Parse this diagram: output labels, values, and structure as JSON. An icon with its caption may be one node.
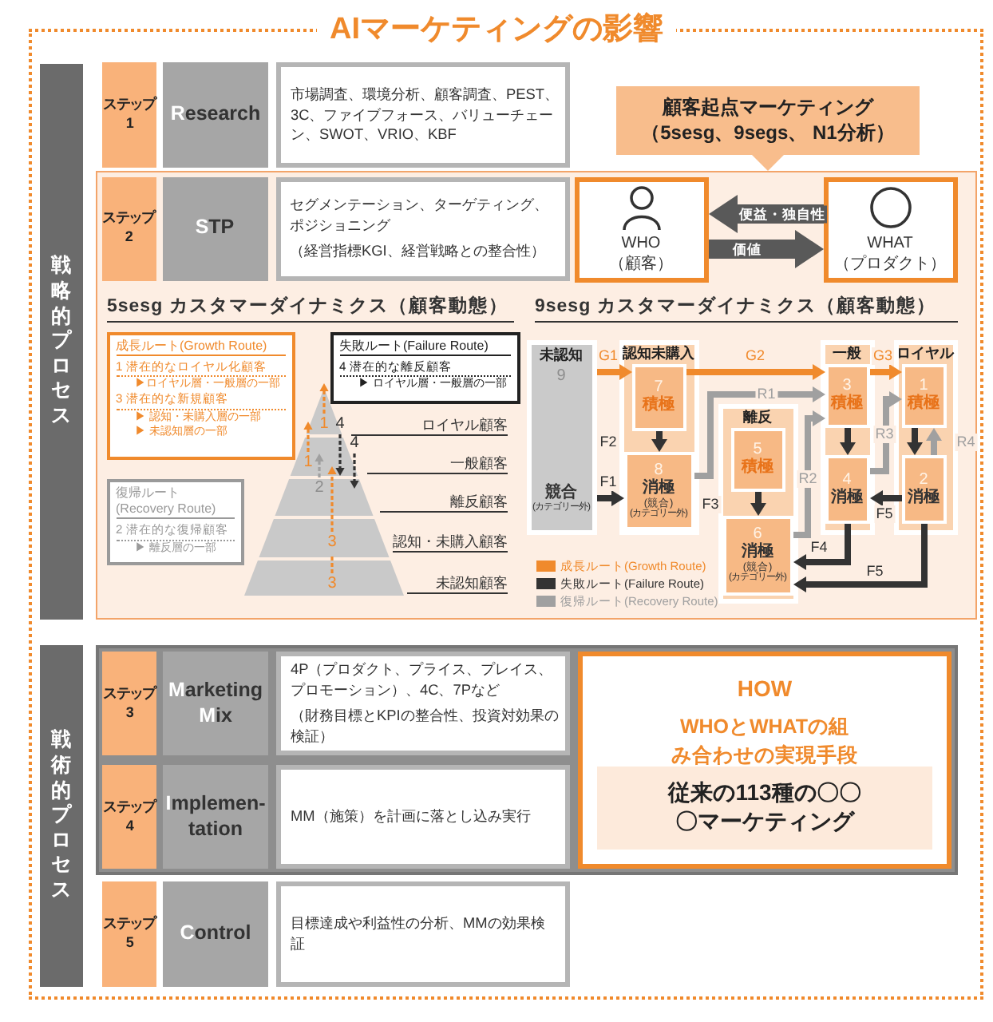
{
  "diagram": {
    "title": "AIマーケティングの影響",
    "nodes": [
      {
        "text": [
          "戦略的プロセス"
        ]
      },
      {
        "text": [
          "ステップ 1"
        ]
      },
      {
        "text": [
          "Research"
        ]
      },
      {
        "text": [
          "市場調査、環境分析、顧客調査、PEST、3C、ファイブフォース、バリューチェーン、SWOT、VRIO、KBF"
        ]
      },
      {
        "text": [
          "顧客起点マーケティング（5sesg、9segs、 N1分析）"
        ]
      },
      {
        "text": [],
        "shape": "box"
      },
      {
        "text": [
          "ステップ 2"
        ],
        "in": 5
      },
      {
        "text": [
          "STP"
        ],
        "in": 5
      },
      {
        "text": [
          "セグメンテーション、ターゲティング、ポジショニング",
          "（経営指標KGI、経営戦略との整合性）"
        ],
        "in": 5
      },
      {
        "text": [
          "WHO （顧客）"
        ],
        "in": 5
      },
      {
        "text": [
          "WHAT （プロダクト）"
        ],
        "in": 5
      },
      {
        "text": [
          "成長ルート(Growth Route)",
          "1 潜在的なロイヤル化顧客",
          "▶ロイヤル層・一般層の一部",
          "3 潜在的な新規顧客",
          "▶ 認知・未購入層の一部",
          "▶ 未認知層の一部"
        ],
        "in": 5
      },
      {
        "text": [
          "失敗ルート(Failure Route)",
          "4 潜在的な離反顧客",
          "▶ ロイヤル層・一般層の一部"
        ],
        "in": 5
      },
      {
        "text": [
          "復帰ルート (Recovery Route)",
          "2 潜在的な復帰顧客",
          "▶ 離反層の一部"
        ],
        "in": 5
      },
      {
        "text": [
          "未認知",
          "9",
          "競合",
          "(カテゴリー外)"
        ],
        "in": 5
      },
      {
        "text": [
          "認知未購入"
        ],
        "in": 5
      },
      {
        "text": [
          "7",
          "積極"
        ],
        "in": 15
      },
      {
        "text": [
          "8",
          "消極",
          "(競合)",
          "(カテゴリー外)"
        ],
        "in": 15
      },
      {
        "text": [
          "離反"
        ],
        "in": 5
      },
      {
        "text": [
          "5",
          "積極"
        ],
        "in": 18
      },
      {
        "text": [
          "6",
          "消極",
          "(競合)",
          "(カテゴリー外)"
        ],
        "in": 18
      },
      {
        "text": [
          "一般"
        ],
        "in": 5
      },
      {
        "text": [
          "3",
          "積極"
        ],
        "in": 21
      },
      {
        "text": [
          "4",
          "消極"
        ],
        "in": 21
      },
      {
        "text": [
          "ロイヤル"
        ],
        "in": 5
      },
      {
        "text": [
          "1",
          "積極"
        ],
        "in": 24
      },
      {
        "text": [
          "2",
          "消極"
        ],
        "in": 24
      },
      {
        "text": [
          "戦術的プロセス"
        ]
      },
      {
        "text": [],
        "shape": "box"
      },
      {
        "text": [
          "ステップ 3"
        ],
        "in": 28
      },
      {
        "text": [
          "Marketing Mix"
        ],
        "in": 28
      },
      {
        "text": [
          "4P（プロダクト、プライス、プレイス、プロモーション）、4C、7Pなど",
          "（財務目標とKPIの整合性、投資対効果の検証）"
        ],
        "in": 28
      },
      {
        "text": [
          "ステップ 4"
        ],
        "in": 28
      },
      {
        "text": [
          "Implemen- tation"
        ],
        "in": 28
      },
      {
        "text": [
          "MM（施策）を計画に落とし込み実行"
        ],
        "in": 28
      },
      {
        "text": [
          "HOW",
          "WHOとWHATの組み合わせの実現手段"
        ],
        "in": 28
      },
      {
        "text": [
          "従来の113種の〇〇〇マーケティング"
        ],
        "in": 35
      },
      {
        "text": [
          "ステップ 5"
        ]
      },
      {
        "text": [
          "Control"
        ]
      },
      {
        "text": [
          "目標達成や利益性の分析、MMの効果検証"
        ]
      }
    ],
    "edges": [
      {
        "from": 10,
        "to": 9,
        "arrow": "to",
        "label": "便益・独自性",
        "style": "thick",
        "color": "#595959"
      },
      {
        "from": 9,
        "to": 10,
        "arrow": "to",
        "label": "価値",
        "style": "thick",
        "color": "#595959"
      },
      {
        "from": 14,
        "to": 16,
        "arrow": "to",
        "label": "G1",
        "color": "#f08a2c"
      },
      {
        "from": 16,
        "to": 22,
        "arrow": "to",
        "label": "G2",
        "color": "#f08a2c"
      },
      {
        "from": 22,
        "to": 25,
        "arrow": "to",
        "label": "G3",
        "color": "#f08a2c"
      },
      {
        "from": 17,
        "to": 22,
        "arrow": "to",
        "label": "R1",
        "color": "#a0a0a0"
      },
      {
        "from": 16,
        "to": 17,
        "arrow": "to",
        "label": "F2"
      },
      {
        "from": 14,
        "to": 17,
        "arrow": "to",
        "label": "F1"
      },
      {
        "from": 20,
        "to": 22,
        "arrow": "to",
        "label": "R2",
        "color": "#a0a0a0"
      },
      {
        "from": 19,
        "to": 20,
        "arrow": "to",
        "label": "F3"
      },
      {
        "from": 22,
        "to": 23,
        "arrow": "to"
      },
      {
        "from": 23,
        "to": 25,
        "arrow": "to",
        "label": "R3",
        "color": "#a0a0a0"
      },
      {
        "from": 25,
        "to": 26,
        "arrow": "to"
      },
      {
        "from": 26,
        "to": 25,
        "arrow": "to",
        "label": "R4",
        "color": "#a0a0a0"
      },
      {
        "from": 26,
        "to": 23,
        "arrow": "to",
        "label": "F5"
      },
      {
        "from": 23,
        "to": 20,
        "arrow": "to",
        "label": "F4"
      },
      {
        "from": 26,
        "to": 20,
        "arrow": "to",
        "label": "F5"
      }
    ],
    "labels": [
      "5sesg カスタマーダイナミクス（顧客動態）",
      "9sesg カスタマーダイナミクス（顧客動態）",
      "1",
      "4",
      "4",
      "1",
      "2",
      "3",
      "3",
      "ロイヤル顧客",
      "一般顧客",
      "離反顧客",
      "認知・未購入顧客",
      "未認知顧客"
    ],
    "legend": [
      {
        "text": "成長ルート(Growth Route)",
        "color": "#f08a2c"
      },
      {
        "text": "失敗ルート(Failure Route)",
        "color": "#333333"
      },
      {
        "text": "復帰ルート(Recovery Route)",
        "color": "#a0a0a0"
      }
    ]
  }
}
